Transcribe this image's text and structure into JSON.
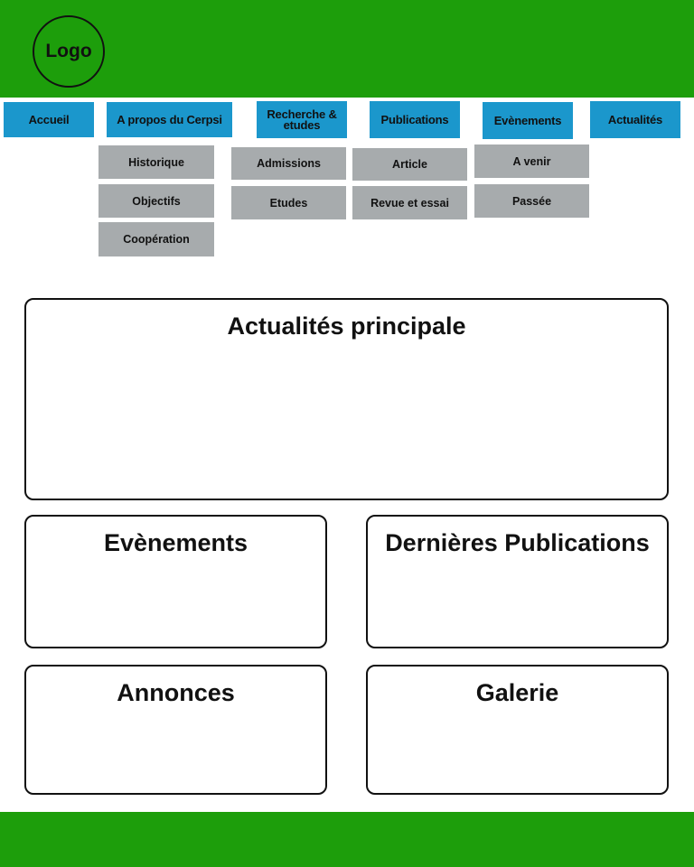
{
  "header": {
    "logo_text": "Logo",
    "background_color": "#1d9e0b"
  },
  "nav": {
    "accent_color": "#1b97cc",
    "items": [
      {
        "label": "Accueil"
      },
      {
        "label": "A propos du Cerpsi",
        "submenu": [
          "Historique",
          "Objectifs",
          "Coopération"
        ]
      },
      {
        "label": "Recherche & etudes",
        "submenu": [
          "Admissions",
          "Etudes"
        ]
      },
      {
        "label": "Publications",
        "submenu": [
          "Article",
          "Revue et essai"
        ]
      },
      {
        "label": "Evènements",
        "submenu": [
          "A venir",
          "Passée"
        ]
      },
      {
        "label": "Actualités"
      }
    ]
  },
  "sections": {
    "main_news": "Actualités principale",
    "events": "Evènements",
    "latest_publications": "Dernières Publications",
    "announcements": "Annonces",
    "gallery": "Galerie"
  },
  "footer": {
    "background_color": "#1d9e0b"
  }
}
